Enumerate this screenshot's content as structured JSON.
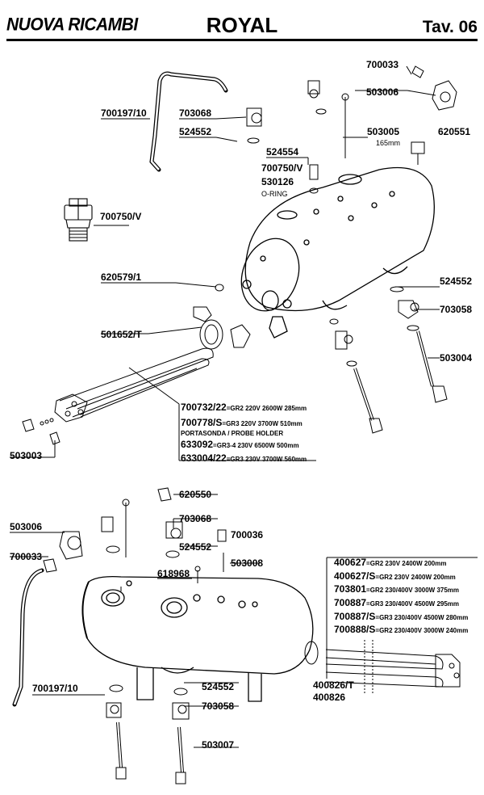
{
  "header": {
    "brand": "NUOVA RICAMBI",
    "title": "ROYAL",
    "tav": "Tav. 06"
  },
  "top_diagram": {
    "labels": {
      "p700033": "700033",
      "p503006": "503006",
      "p700197_10": "700197/10",
      "p703068": "703068",
      "p524552a": "524552",
      "p503005": "503005",
      "p503005_len": "165mm",
      "p620551": "620551",
      "p524554": "524554",
      "p700750v_small": "700750/V",
      "p530126": "530126",
      "oring": "O-RING",
      "p700750v": "700750/V",
      "p620579_1": "620579/1",
      "p524552b": "524552",
      "p703058": "703058",
      "p501652t": "501652/T",
      "p503004": "503004",
      "p503003": "503003"
    },
    "specs": [
      {
        "code": "700732/22",
        "desc": "=GR2 220V 2600W 285mm"
      },
      {
        "code": "700778/S",
        "desc": "=GR3 220V 3700W 510mm"
      },
      {
        "code": "",
        "desc": "PORTASONDA / PROBE HOLDER"
      },
      {
        "code": "633092",
        "desc": "=GR3-4 230V 6500W 500mm"
      },
      {
        "code": "633004/22",
        "desc": "=GR3 230V 3700W 560mm"
      }
    ]
  },
  "bottom_diagram": {
    "labels": {
      "p620550": "620550",
      "p503006": "503006",
      "p703068": "703068",
      "p700036": "700036",
      "p700033": "700033",
      "p524552a": "524552",
      "p503008": "503008",
      "p618968": "618968",
      "p700197_10": "700197/10",
      "p524552b": "524552",
      "p703058": "703058",
      "p400826t": "400826/T",
      "p400826": "400826",
      "p503007": "503007"
    },
    "specs": [
      {
        "code": "400627",
        "desc": "=GR2 230V 2400W  200mm"
      },
      {
        "code": "400627/S",
        "desc": "=GR2 230V 2400W 200mm"
      },
      {
        "code": "703801",
        "desc": "=GR2 230/400V 3000W 375mm"
      },
      {
        "code": "700887",
        "desc": "=GR3 230/400V 4500W 295mm"
      },
      {
        "code": "700887/S",
        "desc": "=GR3 230/400V 4500W 280mm"
      },
      {
        "code": "700888/S",
        "desc": "=GR2 230/400V 3000W 240mm"
      }
    ]
  }
}
